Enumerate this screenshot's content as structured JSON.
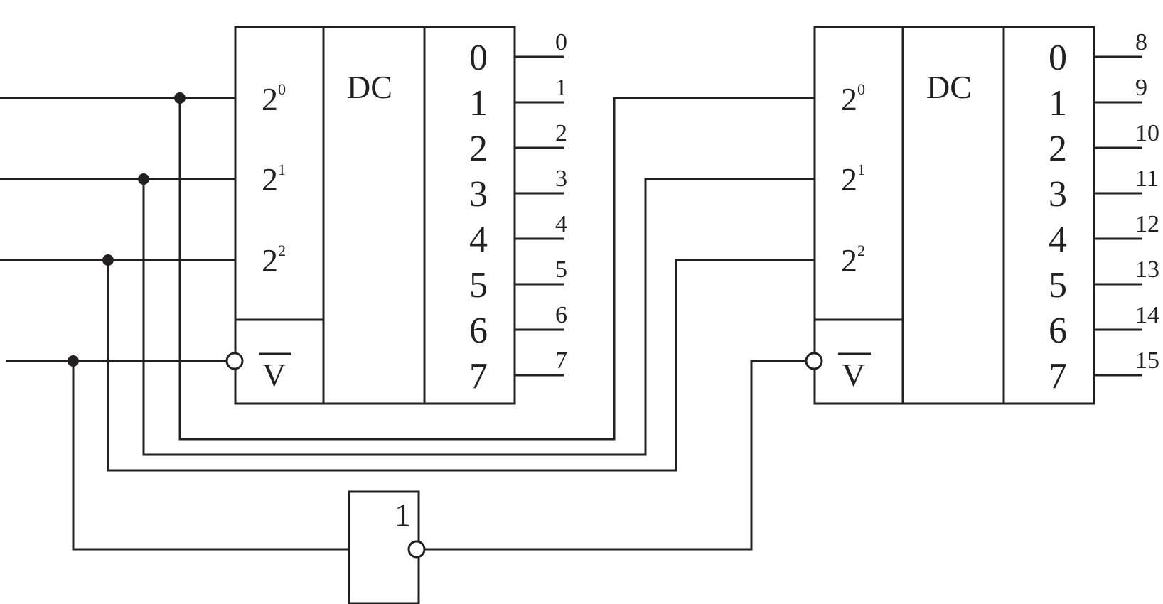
{
  "decoders": [
    {
      "title": "DC",
      "inputs": [
        {
          "base": "2",
          "exp": "0"
        },
        {
          "base": "2",
          "exp": "1"
        },
        {
          "base": "2",
          "exp": "2"
        }
      ],
      "enable": "V",
      "pin_numbers": [
        "0",
        "1",
        "2",
        "3",
        "4",
        "5",
        "6",
        "7"
      ],
      "output_labels": [
        "0",
        "1",
        "2",
        "3",
        "4",
        "5",
        "6",
        "7"
      ]
    },
    {
      "title": "DC",
      "inputs": [
        {
          "base": "2",
          "exp": "0"
        },
        {
          "base": "2",
          "exp": "1"
        },
        {
          "base": "2",
          "exp": "2"
        }
      ],
      "enable": "V",
      "pin_numbers": [
        "0",
        "1",
        "2",
        "3",
        "4",
        "5",
        "6",
        "7"
      ],
      "output_labels": [
        "8",
        "9",
        "10",
        "11",
        "12",
        "13",
        "14",
        "15"
      ]
    }
  ],
  "inverter": {
    "label": "1"
  },
  "colors": {
    "line": "#231f20",
    "background": "#ffffff"
  }
}
